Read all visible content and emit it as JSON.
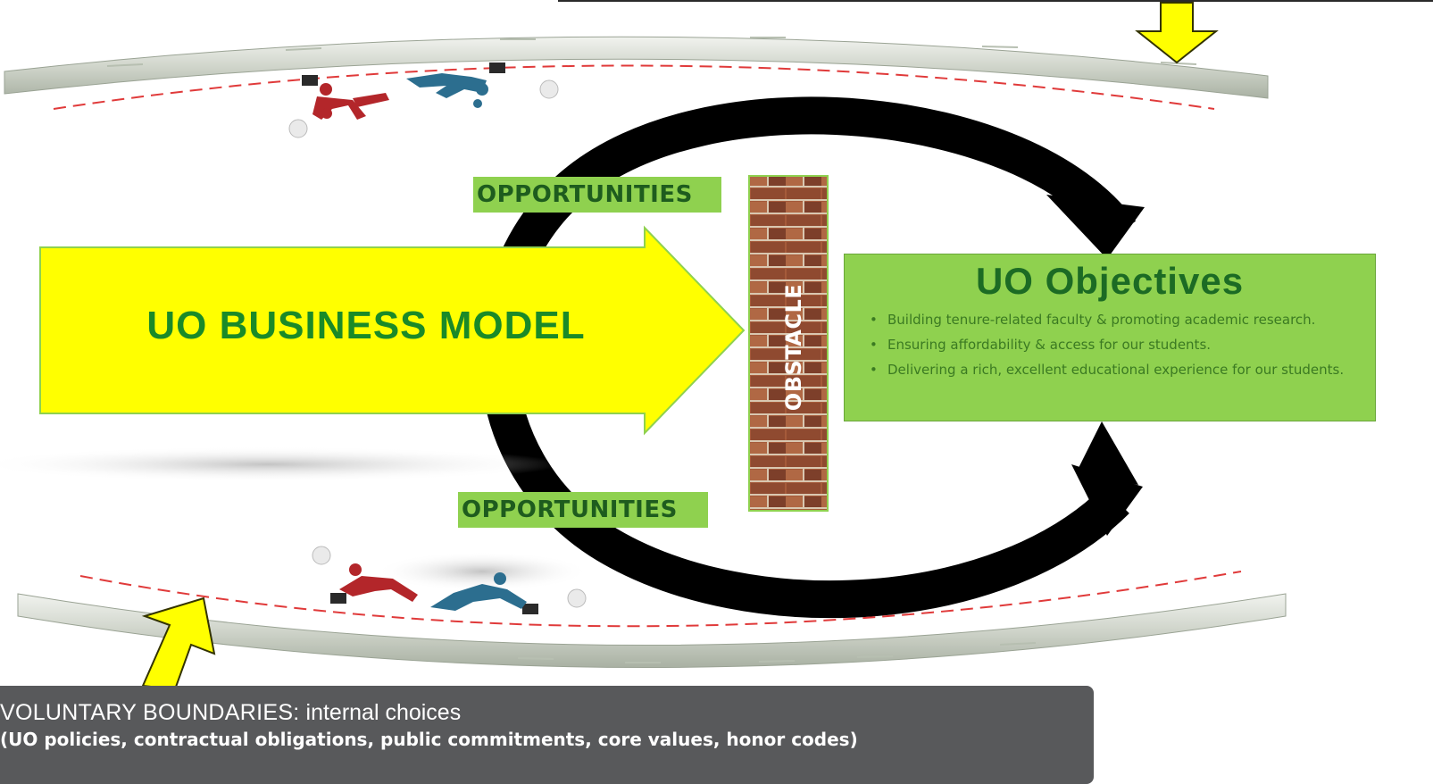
{
  "labels": {
    "opportunities_top": "OPPORTUNITIES",
    "opportunities_bottom": "OPPORTUNITIES",
    "business_model": "UO BUSINESS  MODEL",
    "obstacle": "OBSTACLE"
  },
  "objectives": {
    "title": "UO Objectives",
    "items": [
      "Building tenure-related faculty & promoting academic research.",
      "Ensuring affordability & access for our students.",
      "Delivering a rich, excellent educational experience for our students."
    ]
  },
  "boundaries": {
    "title_prefix": "VOLUNTARY BOUNDARIES:",
    "title_suffix": " internal choices",
    "detail": "(UO policies, contractual obligations, public commitments, core values, honor codes)"
  },
  "colors": {
    "arrow_yellow": "#ffff00",
    "arrow_outline": "#8fd14f",
    "objectives_green": "#8fd14f",
    "title_green": "#1a8a28",
    "boundary_gray": "#58595b",
    "dashed_red": "#e03a3a",
    "figure_red": "#b3262a",
    "figure_blue": "#2c6e8f",
    "brick": "#8b4a32"
  },
  "icons": {
    "top_boundary_arrow": "down-arrow-icon",
    "bottom_boundary_arrow": "diagonal-up-arrow-icon",
    "cycle_arrow": "circular-arrow-icon",
    "wall": "brick-wall-icon",
    "figures": "people-pushing-icon"
  }
}
